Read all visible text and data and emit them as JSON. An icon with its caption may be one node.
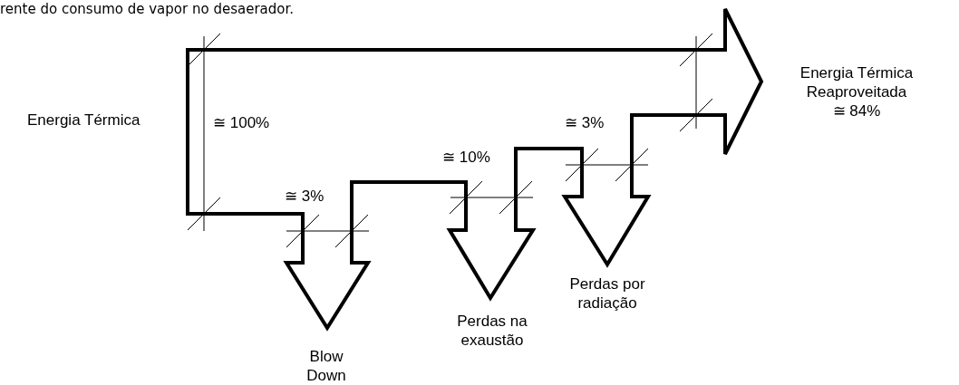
{
  "diagram": {
    "labels": [
      "rente do consumo de vapor no desaerador.",
      "Energia Térmica",
      "≅ 100%",
      "≅ 3%",
      "≅ 10%",
      "≅ 3%",
      "Energia Térmica Reaproveitada",
      "≅ 84%",
      "Blow Down",
      "Perdas na exaustão",
      "Perdas por radiação"
    ]
  }
}
